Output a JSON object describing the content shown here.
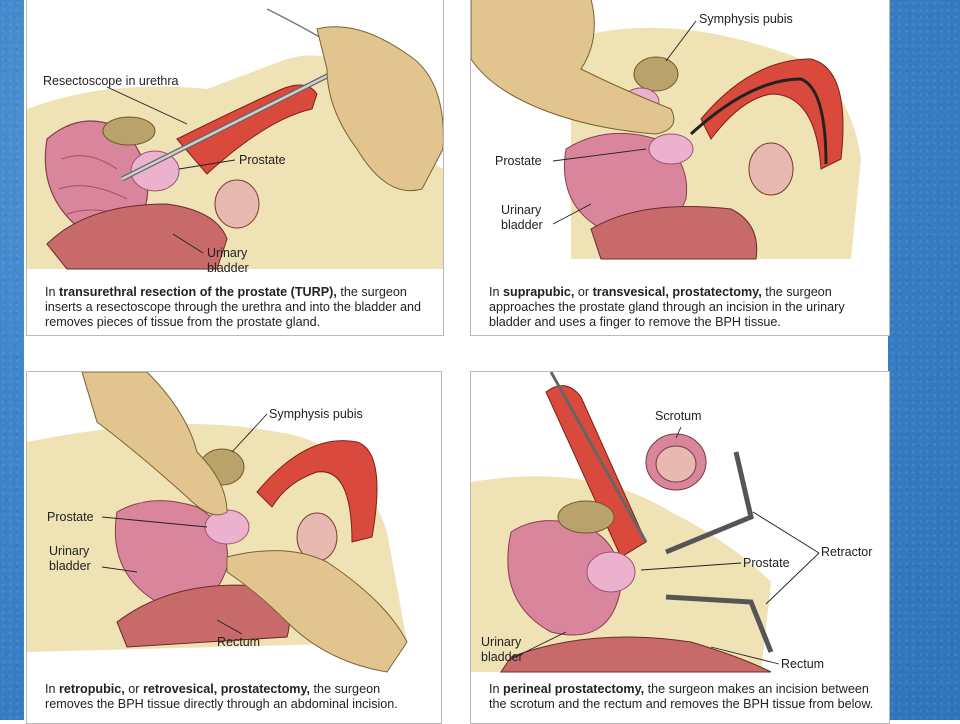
{
  "panels": {
    "turp": {
      "labels": {
        "resectoscope": "Resectoscope in urethra",
        "prostate": "Prostate",
        "bladder_line1": "Urinary",
        "bladder_line2": "bladder"
      },
      "caption": {
        "pre": "In ",
        "term": "transurethral resection of the prostate (TURP),",
        "post": " the surgeon inserts a resectoscope through the urethra and into the bladder and removes pieces of tissue from the prostate gland."
      }
    },
    "suprapubic": {
      "labels": {
        "symphysis": "Symphysis pubis",
        "prostate": "Prostate",
        "bladder_line1": "Urinary",
        "bladder_line2": "bladder"
      },
      "caption": {
        "pre": "In ",
        "term1": "suprapubic,",
        "mid": " or ",
        "term2": "transvesical, prostatectomy,",
        "post": " the surgeon approaches the prostate gland through an incision in the urinary bladder and uses a finger to remove the BPH tissue."
      }
    },
    "retropubic": {
      "labels": {
        "symphysis": "Symphysis pubis",
        "prostate": "Prostate",
        "bladder_line1": "Urinary",
        "bladder_line2": "bladder",
        "rectum": "Rectum"
      },
      "caption": {
        "pre": "In ",
        "term1": "retropubic,",
        "mid": " or ",
        "term2": "retrovesical, prostatectomy,",
        "post": " the surgeon removes the BPH tissue directly through an abdominal incision."
      }
    },
    "perineal": {
      "labels": {
        "scrotum": "Scrotum",
        "retractor": "Retractor",
        "prostate": "Prostate",
        "bladder_line1": "Urinary",
        "bladder_line2": "bladder",
        "rectum": "Rectum"
      },
      "caption": {
        "pre": "In ",
        "term": "perineal prostatectomy,",
        "post": " the surgeon makes an incision between the scrotum and the rectum and removes the BPH tissue from below."
      }
    }
  },
  "colors": {
    "background_blue": "#3f86cc",
    "fat_tissue": "#efe2b4",
    "bladder_pink": "#d9869c",
    "prostate_pink": "#ebb1cd",
    "urethra_red": "#d94a3c",
    "glove": "#e2c58e",
    "bone": "#b9a36a",
    "rectum_red": "#c96a6a"
  }
}
